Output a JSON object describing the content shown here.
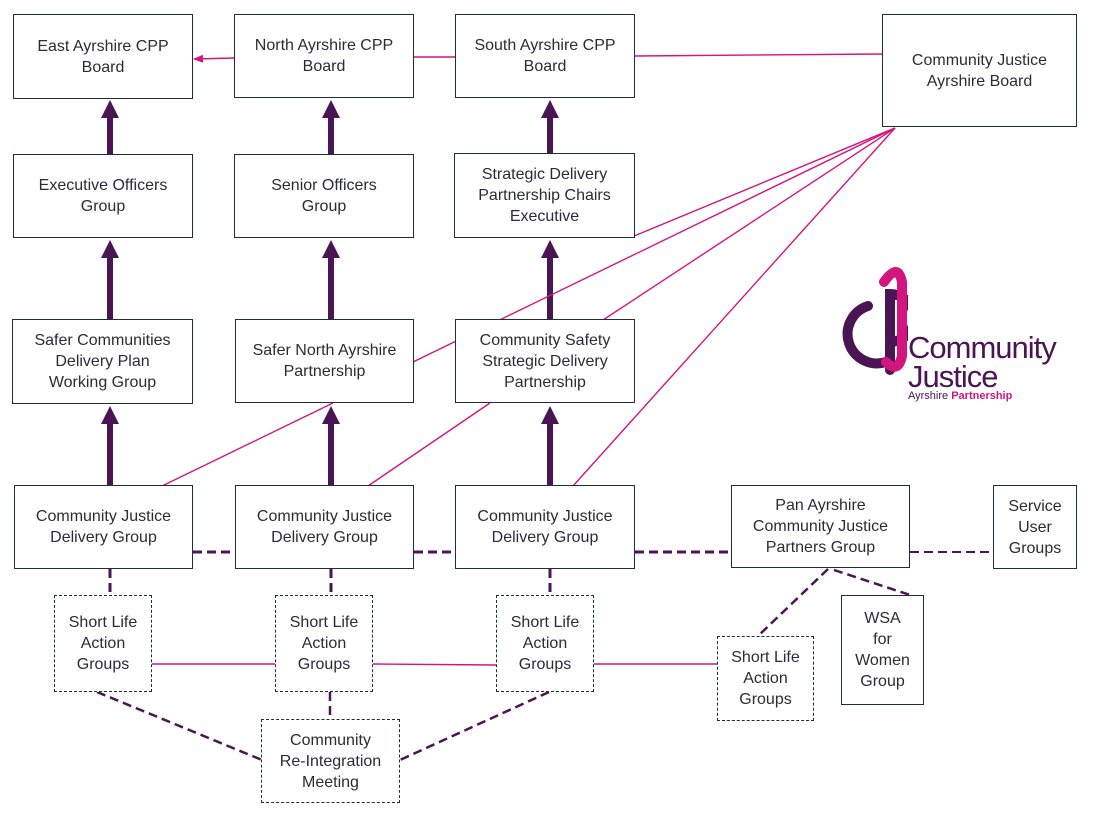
{
  "colors": {
    "purple": "#4a1553",
    "magenta": "#d2157f",
    "border": "#1e2c3c",
    "text": "#2b2b3a"
  },
  "boxes": {
    "east_cpp": "East Ayrshire CPP\nBoard",
    "north_cpp": "North Ayrshire CPP\nBoard",
    "south_cpp": "South Ayrshire CPP\nBoard",
    "cj_board": "Community Justice\nAyrshire Board",
    "exec_officers": "Executive Officers\nGroup",
    "senior_officers": "Senior Officers\nGroup",
    "strategic_chairs": "Strategic Delivery\nPartnership Chairs\nExecutive",
    "safer_communities": "Safer Communities\nDelivery Plan\nWorking Group",
    "safer_north": "Safer North Ayrshire\nPartnership",
    "community_safety": "Community Safety\nStrategic Delivery\nPartnership",
    "cj_delivery_east": "Community Justice\nDelivery Group",
    "cj_delivery_north": "Community Justice\nDelivery Group",
    "cj_delivery_south": "Community Justice\nDelivery Group",
    "pan_ayrshire": "Pan Ayrshire\nCommunity Justice\nPartners Group",
    "service_user": "Service\nUser\nGroups",
    "sla_east": "Short Life\nAction\nGroups",
    "sla_north": "Short Life\nAction\nGroups",
    "sla_south": "Short Life\nAction\nGroups",
    "sla_pan": "Short Life\nAction\nGroups",
    "wsa": "WSA\nfor\nWomen\nGroup",
    "reintegration": "Community\nRe-Integration\nMeeting"
  },
  "logo": {
    "word1": "Community",
    "word2": "Justice",
    "sub_plain": "Ayrshire ",
    "sub_bold": "Partnership"
  }
}
